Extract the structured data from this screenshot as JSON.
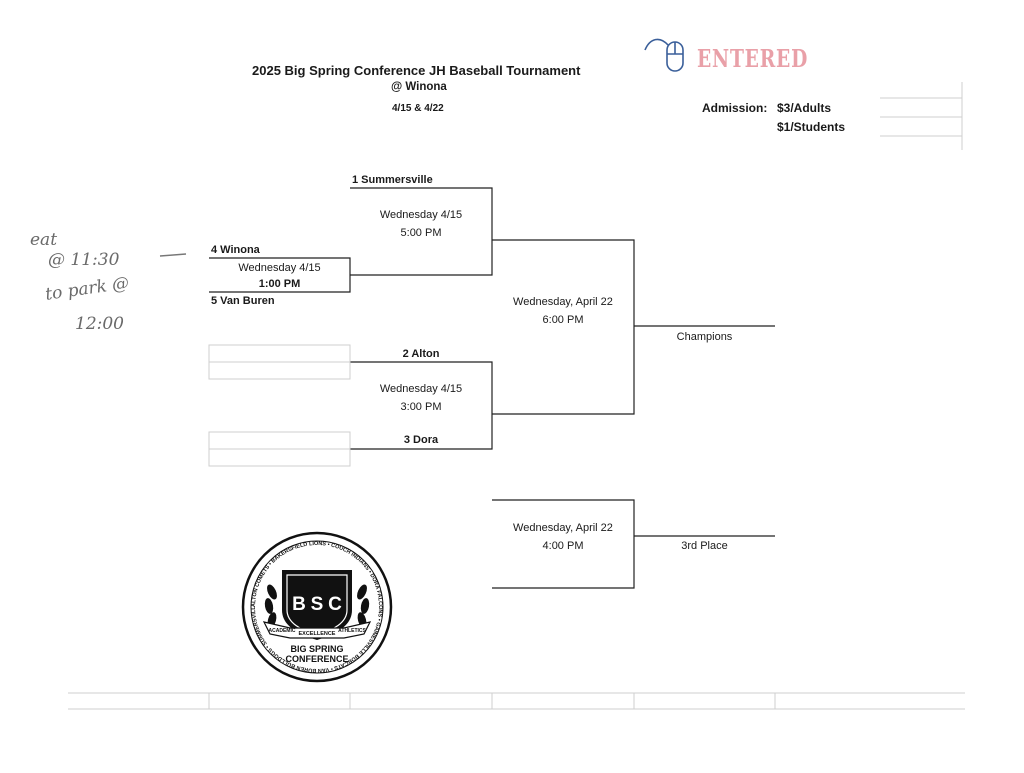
{
  "header": {
    "title": "2025 Big Spring Conference JH Baseball Tournament",
    "location": "@ Winona",
    "dates": "4/15 & 4/22"
  },
  "admission": {
    "label": "Admission:",
    "adults": "$3/Adults",
    "students": "$1/Students"
  },
  "stamp": {
    "text": "ENTERED"
  },
  "bracket": {
    "seed1": "1 Summersville",
    "seed4": "4 Winona",
    "seed5": "5 Van Buren",
    "seed2": "2 Alton",
    "seed3": "3 Dora",
    "game_45": {
      "day": "Wednesday 4/15",
      "time": "1:00 PM"
    },
    "game_1": {
      "day": "Wednesday 4/15",
      "time": "5:00 PM"
    },
    "game_23": {
      "day": "Wednesday 4/15",
      "time": "3:00 PM"
    },
    "final": {
      "day": "Wednesday, April 22",
      "time": "6:00 PM"
    },
    "champions": "Champions",
    "third_game": {
      "day": "Wednesday, April 22",
      "time": "4:00 PM"
    },
    "third_place": "3rd Place"
  },
  "note": {
    "line1": "eat",
    "line2": "@ 11:30",
    "line3": "to park @",
    "line4": "12:00"
  },
  "logo": {
    "initials_b": "B",
    "initials_s": "S",
    "initials_c": "C",
    "banner_left": "ACADEMIC",
    "banner_mid": "EXCELLENCE",
    "banner_right": "ATHLETICS",
    "name1": "BIG SPRING",
    "name2": "CONFERENCE",
    "ring_text": "ALTON COMETS • BAKERSFIELD LIONS • COUCH INDIANS • DORA FALCONS • GAINESVILLE BOBCATS • VAN BUREN BULLDOGS • SUMMERSVILLE WILDCATS • WINONA WILDCATS"
  }
}
